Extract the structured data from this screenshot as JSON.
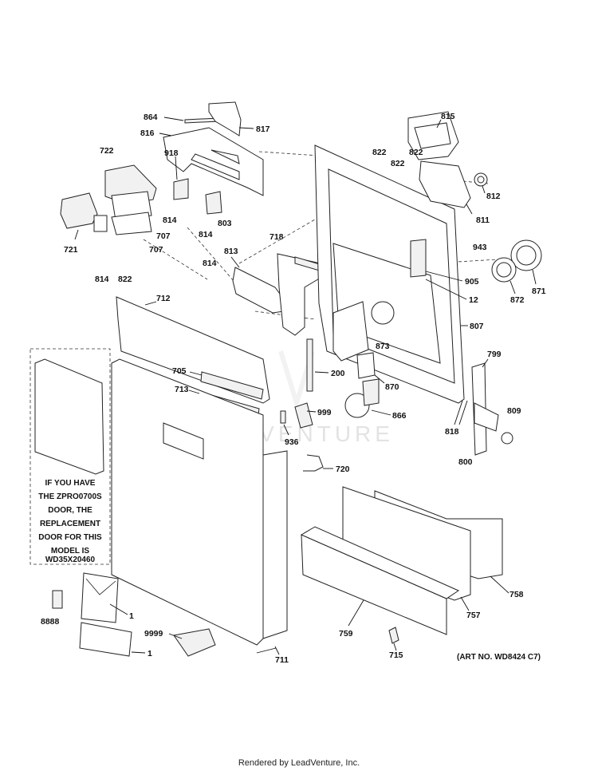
{
  "watermark": "LEADVENTURE",
  "footer": "Rendered by LeadVenture, Inc.",
  "art_no": "(ART NO. WD8424 C7)",
  "note_lines": [
    "IF YOU HAVE",
    "THE ZPRO0700S",
    "DOOR, THE",
    "REPLACEMENT",
    "DOOR FOR THIS",
    "MODEL IS",
    "WD35X20460"
  ],
  "callouts": [
    {
      "id": "864",
      "text": "864"
    },
    {
      "id": "817",
      "text": "817"
    },
    {
      "id": "816",
      "text": "816"
    },
    {
      "id": "722",
      "text": "722"
    },
    {
      "id": "918",
      "text": "918"
    },
    {
      "id": "814a",
      "text": "814"
    },
    {
      "id": "803",
      "text": "803"
    },
    {
      "id": "814b",
      "text": "814"
    },
    {
      "id": "707a",
      "text": "707"
    },
    {
      "id": "707b",
      "text": "707"
    },
    {
      "id": "721",
      "text": "721"
    },
    {
      "id": "814c",
      "text": "814"
    },
    {
      "id": "822a",
      "text": "822"
    },
    {
      "id": "815",
      "text": "815"
    },
    {
      "id": "822b",
      "text": "822"
    },
    {
      "id": "822c",
      "text": "822"
    },
    {
      "id": "822d",
      "text": "822"
    },
    {
      "id": "812",
      "text": "812"
    },
    {
      "id": "811",
      "text": "811"
    },
    {
      "id": "718",
      "text": "718"
    },
    {
      "id": "813",
      "text": "813"
    },
    {
      "id": "814d",
      "text": "814"
    },
    {
      "id": "943",
      "text": "943"
    },
    {
      "id": "905",
      "text": "905"
    },
    {
      "id": "871",
      "text": "871"
    },
    {
      "id": "872",
      "text": "872"
    },
    {
      "id": "12",
      "text": "12"
    },
    {
      "id": "712",
      "text": "712"
    },
    {
      "id": "807",
      "text": "807"
    },
    {
      "id": "873",
      "text": "873"
    },
    {
      "id": "799",
      "text": "799"
    },
    {
      "id": "705",
      "text": "705"
    },
    {
      "id": "200",
      "text": "200"
    },
    {
      "id": "870",
      "text": "870"
    },
    {
      "id": "713",
      "text": "713"
    },
    {
      "id": "999",
      "text": "999"
    },
    {
      "id": "866",
      "text": "866"
    },
    {
      "id": "809",
      "text": "809"
    },
    {
      "id": "818",
      "text": "818"
    },
    {
      "id": "936",
      "text": "936"
    },
    {
      "id": "800",
      "text": "800"
    },
    {
      "id": "720",
      "text": "720"
    },
    {
      "id": "758",
      "text": "758"
    },
    {
      "id": "757",
      "text": "757"
    },
    {
      "id": "1a",
      "text": "1"
    },
    {
      "id": "8888",
      "text": "8888"
    },
    {
      "id": "759",
      "text": "759"
    },
    {
      "id": "9999",
      "text": "9999"
    },
    {
      "id": "1b",
      "text": "1"
    },
    {
      "id": "715",
      "text": "715"
    },
    {
      "id": "711",
      "text": "711"
    }
  ]
}
